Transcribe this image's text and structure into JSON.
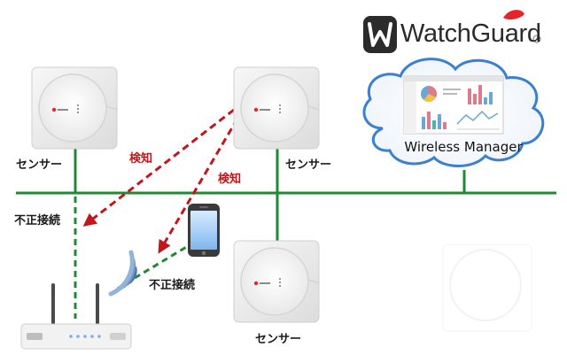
{
  "logo": {
    "brand_name": "WatchGuard",
    "brand_color": "#e8242a"
  },
  "cloud": {
    "label": "Wireless Manager"
  },
  "sensors": [
    {
      "label": "センサー"
    },
    {
      "label": "センサー"
    },
    {
      "label": "センサー"
    }
  ],
  "detections": [
    {
      "label": "検知"
    },
    {
      "label": "検知"
    }
  ],
  "rogue_connections": [
    {
      "label": "不正接続"
    },
    {
      "label": "不正接続"
    }
  ],
  "colors": {
    "network_line": "#1e8a33",
    "rogue_link": "#1e8a33",
    "detection_arrow": "#c0161c",
    "wifi_waves": "#4a72a8",
    "cloud_outline": "#3b7fd0"
  }
}
